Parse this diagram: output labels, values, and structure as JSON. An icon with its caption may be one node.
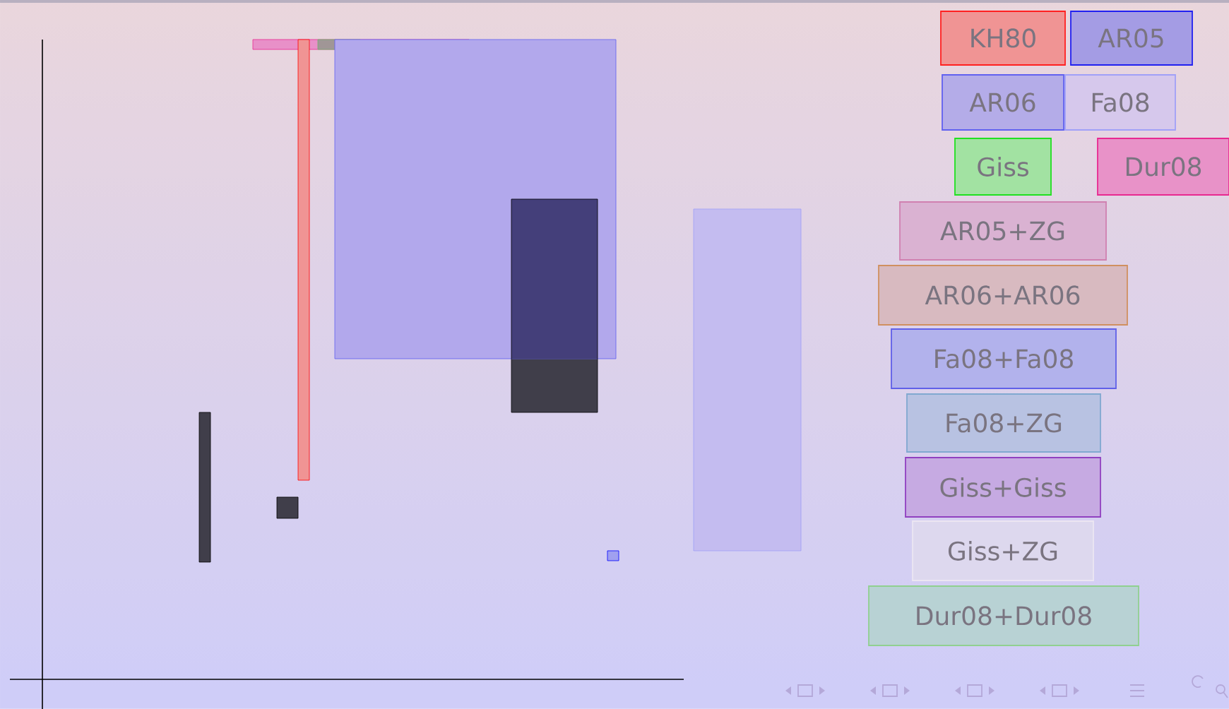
{
  "diagram": {
    "legend": [
      {
        "text": "KH80",
        "color": "#f09494"
      },
      {
        "text": "AR05",
        "color": "#a49ce4"
      },
      {
        "text": "AR06",
        "color": "#b4ace8"
      },
      {
        "text": "Fa08",
        "color": "#d6c8ec"
      },
      {
        "text": "Giss",
        "color": "#a2e2a2"
      },
      {
        "text": "Dur08",
        "color": "#e892c8"
      },
      {
        "text": "AR05+ZG",
        "color": "#dab2d2"
      },
      {
        "text": "AR06+AR06",
        "color": "#d8bac0"
      },
      {
        "text": "Fa08+Fa08",
        "color": "#b2b2ec"
      },
      {
        "text": "Fa08+ZG",
        "color": "#b8c2e2"
      },
      {
        "text": "Giss+Giss",
        "color": "#c6aae2"
      },
      {
        "text": "Giss+ZG",
        "color": "#ddd8ee"
      },
      {
        "text": "Dur08+Dur08",
        "color": "#b8d2d4"
      }
    ]
  }
}
